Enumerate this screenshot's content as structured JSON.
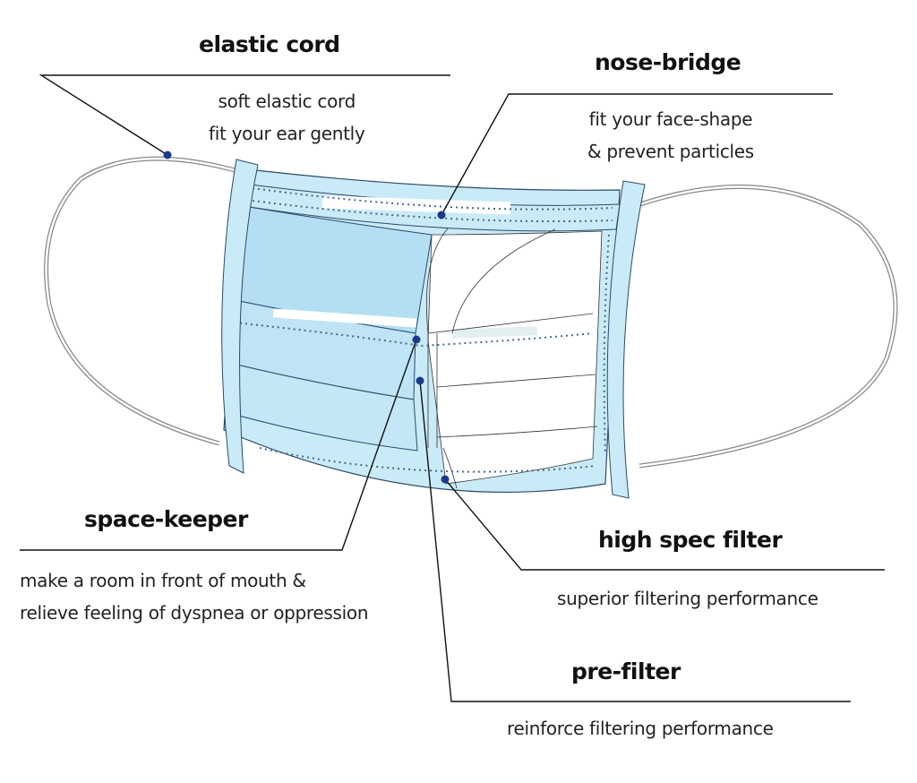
{
  "diagram": {
    "subject": "surgical face mask",
    "colors": {
      "mask_fill": "#c6e9f7",
      "mask_fill_dark": "#a9dcf2",
      "outline": "#1f3a5f",
      "stitch": "#4a6785",
      "marker": "#1c3a8c",
      "leader_line": "#111111",
      "ear_loop": "#9a9a9a"
    },
    "callouts": [
      {
        "id": "elastic-cord",
        "title": "elastic cord",
        "description": [
          "soft elastic cord",
          "fit your ear gently"
        ]
      },
      {
        "id": "nose-bridge",
        "title": "nose-bridge",
        "description": [
          "fit your face-shape",
          "& prevent particles"
        ]
      },
      {
        "id": "space-keeper",
        "title": "space-keeper",
        "description": [
          "make a room in front of mouth &",
          "relieve feeling of dyspnea or oppression"
        ]
      },
      {
        "id": "high-spec-filter",
        "title": "high spec filter",
        "description": [
          "superior filtering performance"
        ]
      },
      {
        "id": "pre-filter",
        "title": "pre-filter",
        "description": [
          "reinforce filtering performance"
        ]
      }
    ]
  }
}
